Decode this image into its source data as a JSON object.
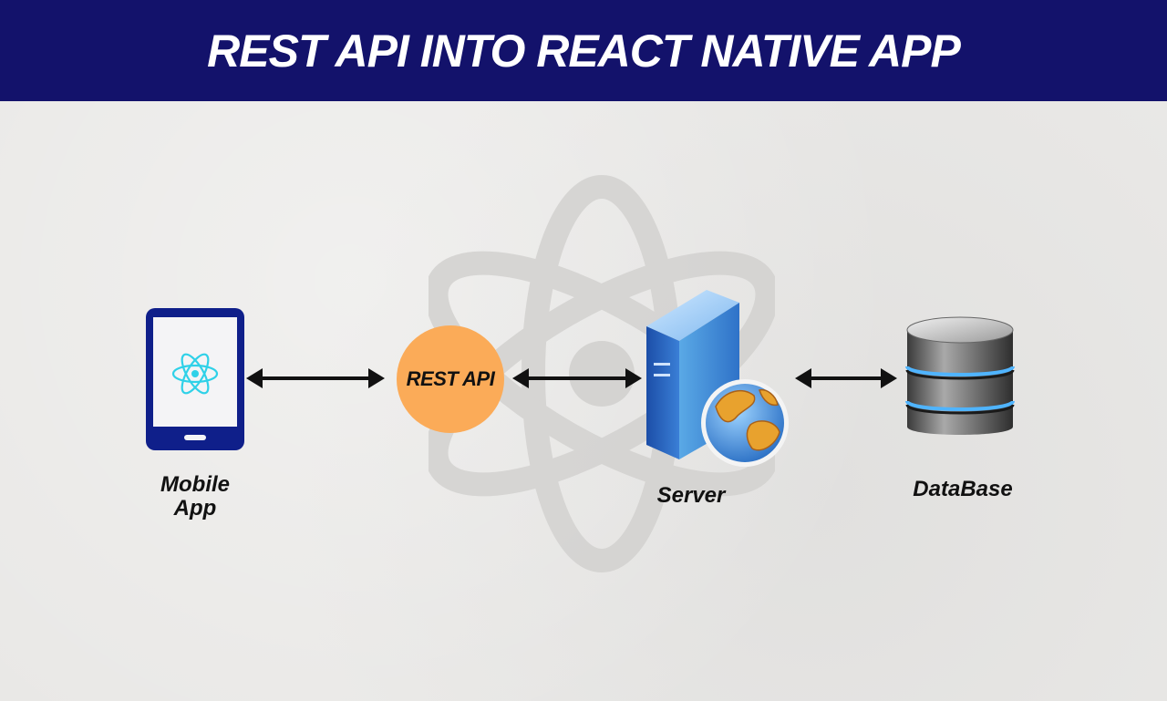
{
  "header": {
    "title": "REST API INTO REACT NATIVE APP"
  },
  "nodes": {
    "mobile": {
      "label_line1": "Mobile",
      "label_line2": "App",
      "icon": "phone-react-icon"
    },
    "api": {
      "label": "REST API"
    },
    "server": {
      "label": "Server",
      "icon": "server-globe-icon"
    },
    "database": {
      "label": "DataBase",
      "icon": "database-icon"
    }
  },
  "colors": {
    "header_bg": "#13126b",
    "api_circle": "#fbab58",
    "phone_body": "#0f1f8a",
    "react_cyan": "#2fd1e8",
    "arrow": "#111111"
  }
}
